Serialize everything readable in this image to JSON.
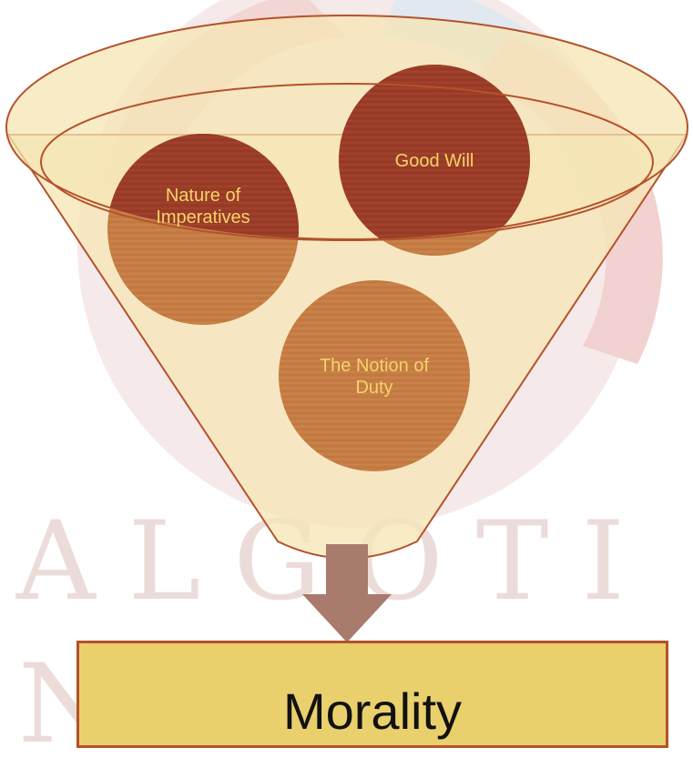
{
  "diagram": {
    "circles": [
      {
        "id": "nature",
        "label": "Nature of Imperatives"
      },
      {
        "id": "goodwill",
        "label": "Good Will"
      },
      {
        "id": "duty",
        "label": "The Notion of Duty"
      }
    ],
    "outcome": {
      "label": "Morality"
    }
  },
  "watermark": {
    "line1": "ALGOTI",
    "line2": "N       L"
  },
  "colors": {
    "funnel_fill": "#f6e6b4",
    "funnel_stroke": "#b4522b",
    "circle_dark": "#9a3c27",
    "circle_light": "#c57d44",
    "label_color": "#f5d36a",
    "arrow": "#a97b6c",
    "outcome_fill": "#ead06d"
  }
}
